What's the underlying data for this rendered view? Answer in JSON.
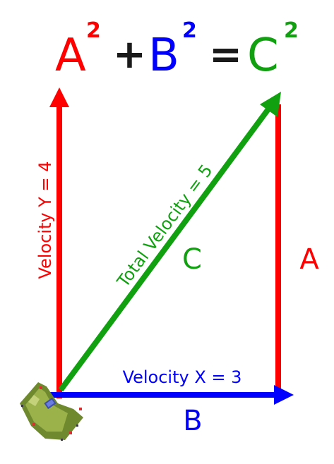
{
  "equation": {
    "a": "A",
    "b": "B",
    "c": "C",
    "exp_a": "2",
    "exp_b": "2",
    "exp_c": "2",
    "plus": "+",
    "equals": "="
  },
  "labels": {
    "velocity_y": "Velocity Y = 4",
    "velocity_x": "Velocity X = 3",
    "total_velocity": "Total Velocity = 5",
    "side_a": "A",
    "side_b": "B",
    "side_c": "C"
  },
  "colors": {
    "a": "#ff0000",
    "b": "#0000ff",
    "c": "#10a010",
    "text": "#1a1a1a"
  },
  "icons": {
    "sprite": "tank-sprite-icon"
  }
}
